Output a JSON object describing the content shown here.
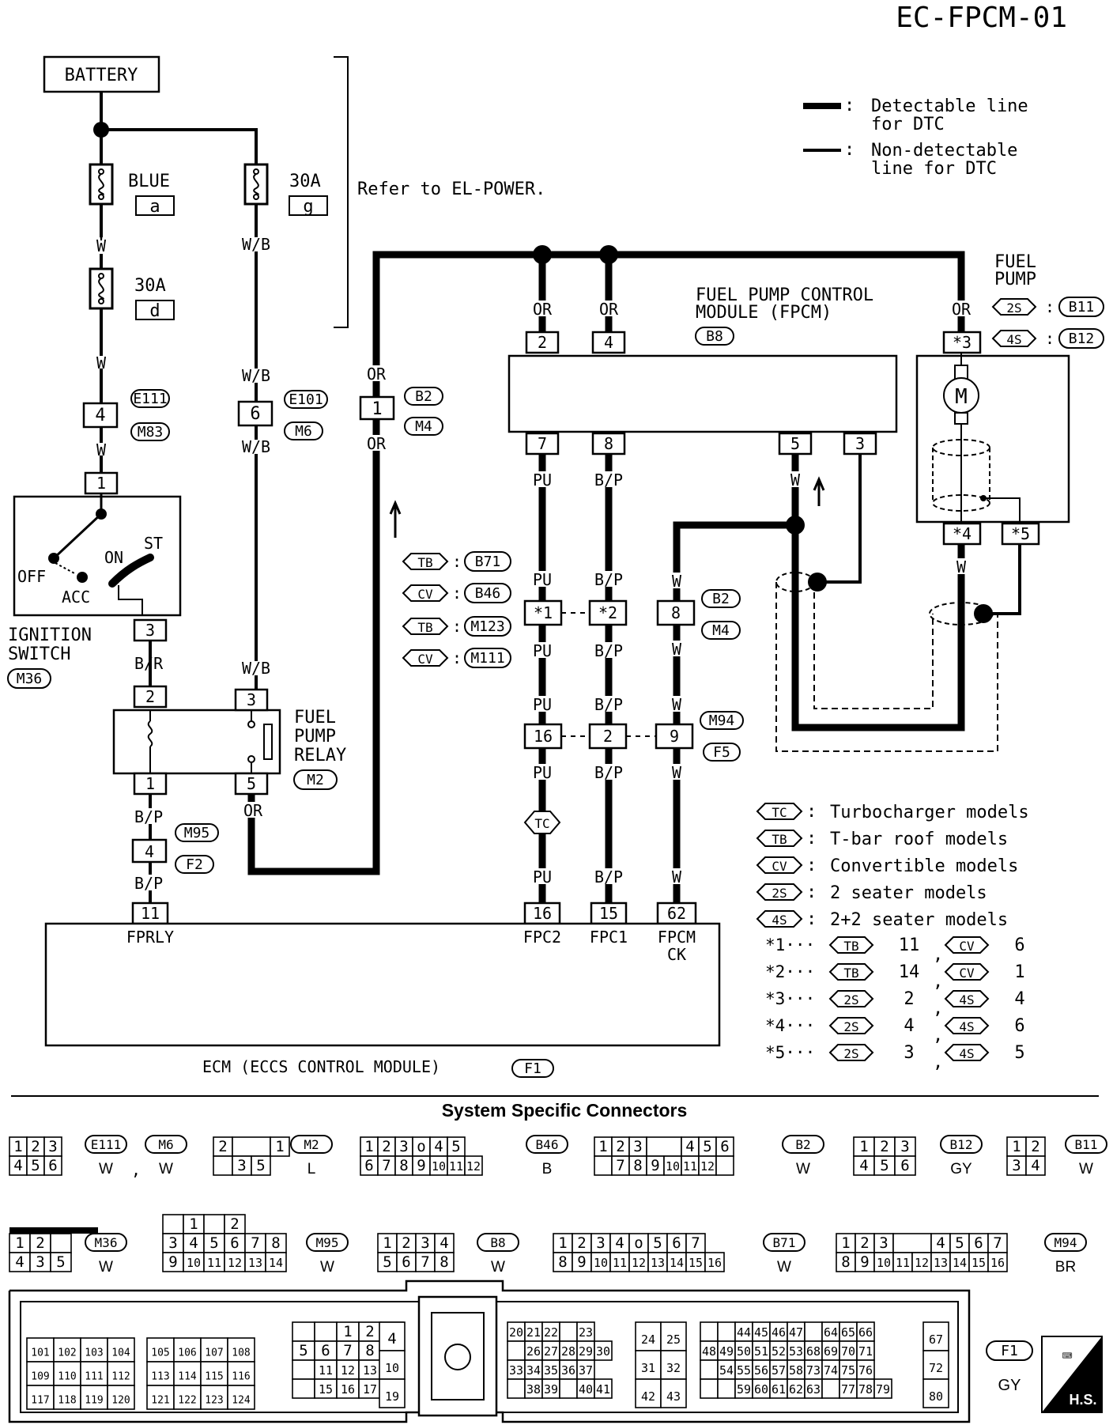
{
  "page_id": "EC-FPCM-01",
  "legend": {
    "detectable": "Detectable line",
    "detectable2": "for DTC",
    "nondetectable": "Non-detectable",
    "nondetectable2": "line for DTC"
  },
  "refer_text": "Refer to EL-POWER.",
  "battery": "BATTERY",
  "fuses": {
    "blue": {
      "label": "BLUE",
      "id": "a"
    },
    "f30g": {
      "label": "30A",
      "id": "g"
    },
    "f30d": {
      "label": "30A",
      "id": "d"
    }
  },
  "wires": {
    "w": "W",
    "wb": "W/B",
    "or": "OR",
    "pu": "PU",
    "bp": "B/P",
    "br": "B/R"
  },
  "connectors": {
    "e111": "E111",
    "m83": "M83",
    "e101": "E101",
    "m6": "M6",
    "b2": "B2",
    "m4": "M4",
    "b8": "B8",
    "b11": "B11",
    "b12": "B12",
    "b71": "B71",
    "b46": "B46",
    "m123": "M123",
    "m111": "M111",
    "m94": "M94",
    "f5": "F5",
    "m95": "M95",
    "f2": "F2",
    "m2": "M2",
    "m36": "M36",
    "f1": "F1"
  },
  "pins": {
    "p1": "1",
    "p2": "2",
    "p3": "3",
    "p4": "4",
    "p5": "5",
    "p6": "6",
    "p7": "7",
    "p8": "8",
    "p9": "9",
    "p11": "11",
    "p15": "15",
    "p16": "16",
    "p62": "62",
    "s1": "*1",
    "s2": "*2",
    "s3": "*3",
    "s4": "*4",
    "s5": "*5"
  },
  "ignition": {
    "off": "OFF",
    "acc": "ACC",
    "on": "ON",
    "st": "ST",
    "title1": "IGNITION",
    "title2": "SWITCH"
  },
  "relay": {
    "l1": "FUEL",
    "l2": "PUMP",
    "l3": "RELAY"
  },
  "fpcm": {
    "l1": "FUEL PUMP CONTROL",
    "l2": "MODULE (FPCM)"
  },
  "fuel_pump": {
    "l1": "FUEL",
    "l2": "PUMP",
    "motor": "M"
  },
  "ecm": {
    "title": "ECM (ECCS CONTROL MODULE)",
    "fprly": "FPRLY",
    "fpc2": "FPC2",
    "fpc1": "FPC1",
    "fpcm": "FPCM",
    "ck": "CK"
  },
  "options": {
    "tc": "TC",
    "tb": "TB",
    "cv": "CV",
    "s2": "2S",
    "s4": "4S",
    "tc_desc": "Turbocharger models",
    "tb_desc": "T-bar roof models",
    "cv_desc": "Convertible models",
    "s2_desc": "2 seater models",
    "s4_desc": "2+2 seater models"
  },
  "star_notes": [
    {
      "star": "*1",
      "a": "TB",
      "av": "11",
      "b": "CV",
      "bv": "6"
    },
    {
      "star": "*2",
      "a": "TB",
      "av": "14",
      "b": "CV",
      "bv": "1"
    },
    {
      "star": "*3",
      "a": "2S",
      "av": "2",
      "b": "4S",
      "bv": "4"
    },
    {
      "star": "*4",
      "a": "2S",
      "av": "4",
      "b": "4S",
      "bv": "6"
    },
    {
      "star": "*5",
      "a": "2S",
      "av": "3",
      "b": "4S",
      "bv": "5"
    }
  ],
  "connectors_section": {
    "title": "System Specific Connectors",
    "colors": {
      "e111": "W",
      "m6": "W",
      "m2": "L",
      "b46": "B",
      "b2": "W",
      "b12": "GY",
      "b11": "W",
      "m36": "W",
      "m95": "W",
      "b8": "W",
      "b71": "W",
      "m94": "BR",
      "f1": "GY"
    },
    "hs": "H.S."
  }
}
